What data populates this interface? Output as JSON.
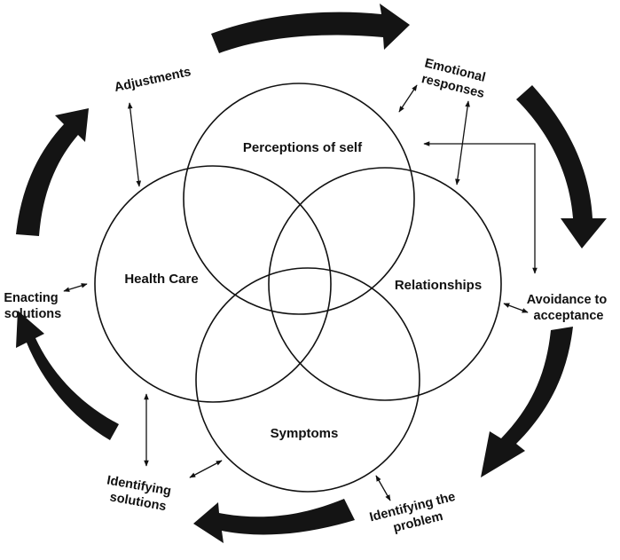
{
  "domains": [
    {
      "id": "perceptions",
      "label": "Perceptions of self"
    },
    {
      "id": "health-care",
      "label": "Health Care"
    },
    {
      "id": "relationships",
      "label": "Relationships"
    },
    {
      "id": "symptoms",
      "label": "Symptoms"
    }
  ],
  "stages": {
    "adjustments": [
      "Adjustments"
    ],
    "emotional": [
      "Emotional",
      "responses"
    ],
    "avoidance": [
      "Avoidance to",
      "acceptance"
    ],
    "identifying_problem": [
      "Identifying the",
      "problem"
    ],
    "identifying_solutions": [
      "Identifying",
      "solutions"
    ],
    "enacting": [
      "Enacting",
      "solutions"
    ]
  },
  "colors": {
    "arrow": "#141414",
    "line": "#111111",
    "background": "#ffffff"
  }
}
